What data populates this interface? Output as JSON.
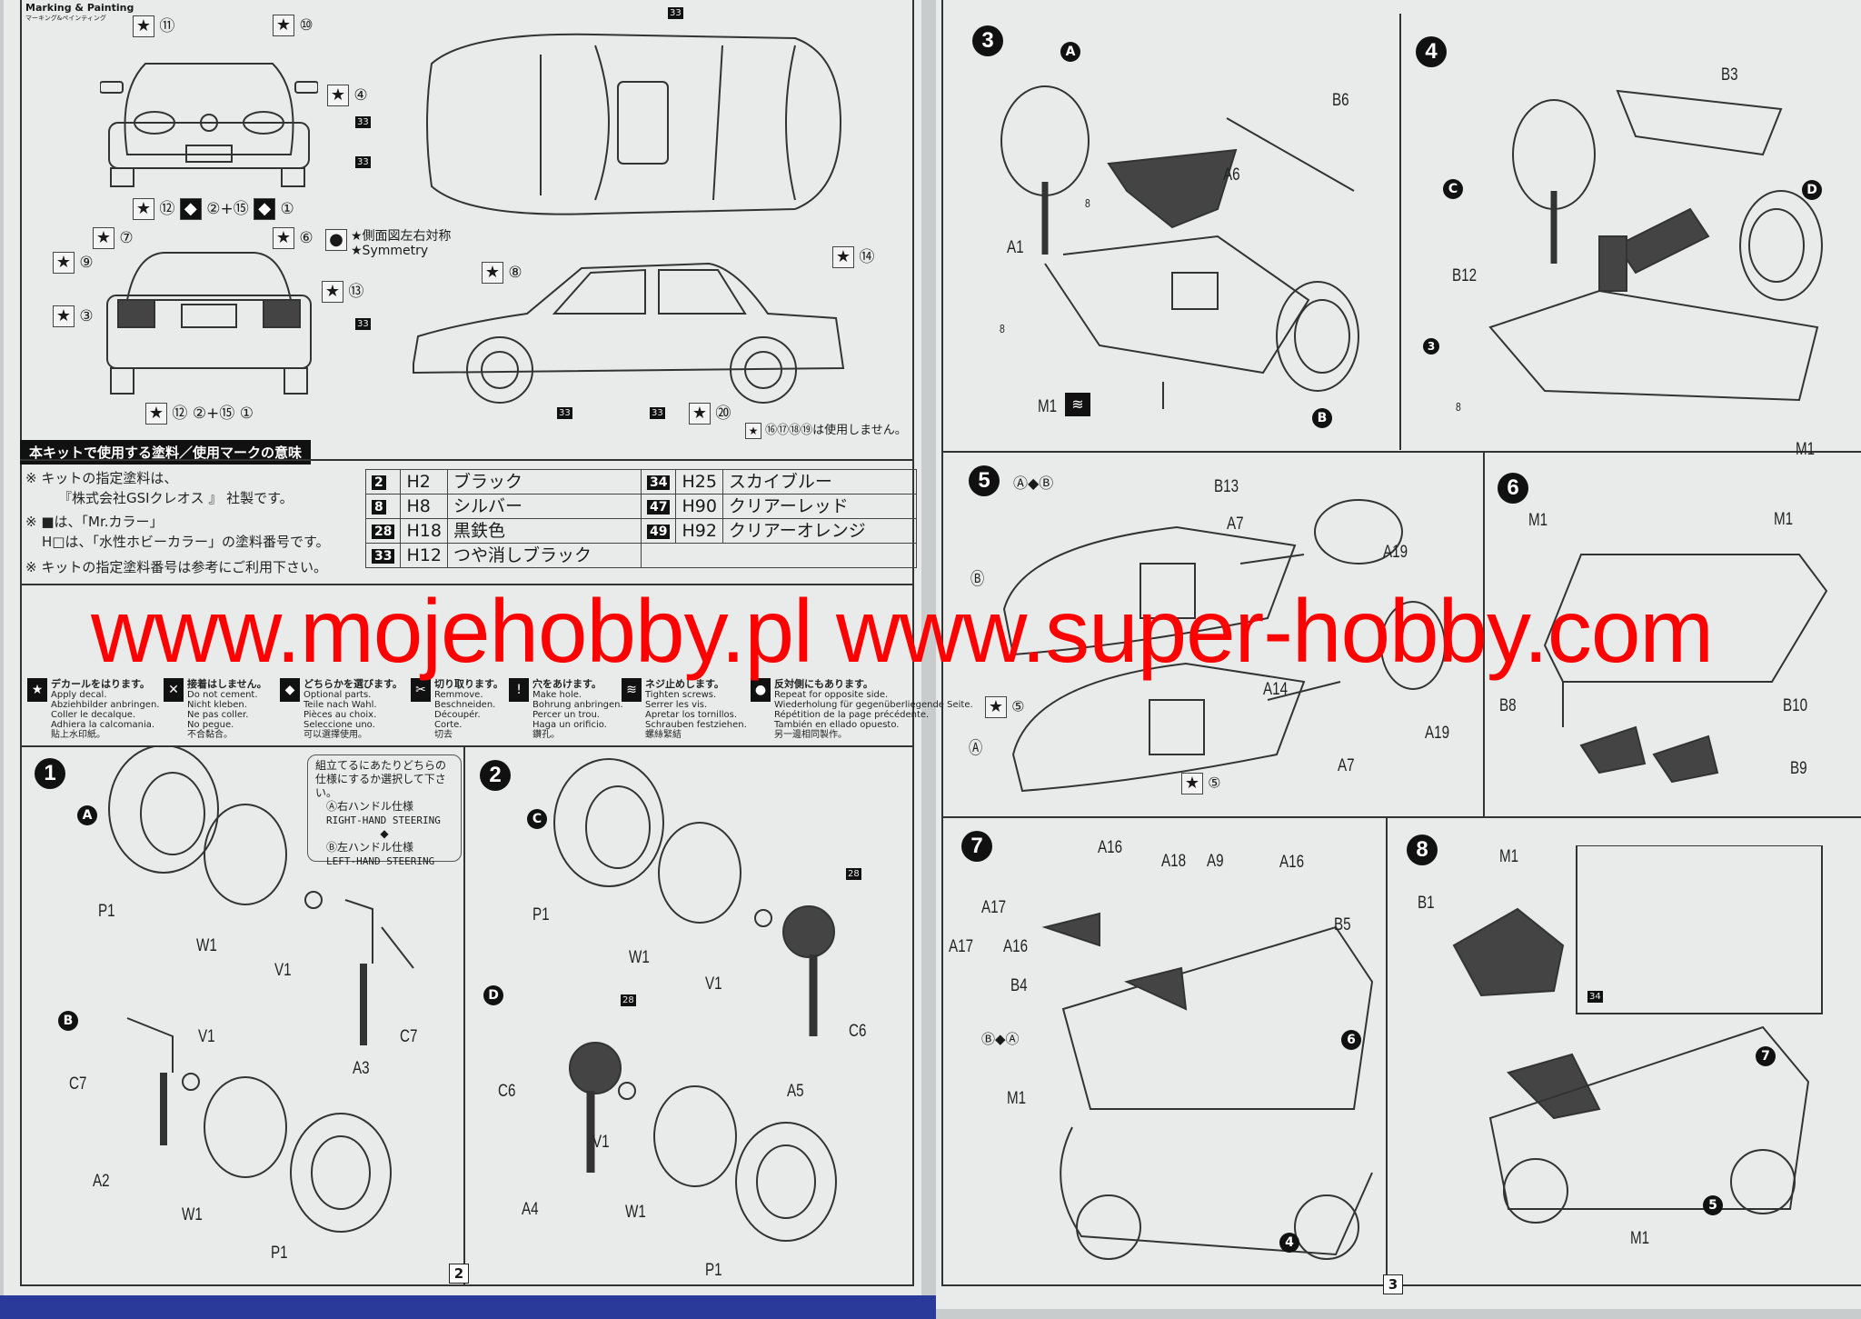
{
  "marking": {
    "title": "Marking & Painting",
    "subtitle": "マーキング&ペインティング",
    "decal_labels": [
      "⑪",
      "⑩",
      "④",
      "⑫",
      "②+⑮",
      "①",
      "⑦",
      "⑥",
      "⑨",
      "③",
      "⑬",
      "⑧",
      "⑭",
      "⑳"
    ],
    "symmetry_jp": "★側面図左右対称",
    "symmetry_en": "★Symmetry",
    "unused_note": "⑯⑰⑱⑲は使用しません。",
    "paint_code": "33"
  },
  "paint_section": {
    "header": "本キットで使用する塗料／使用マークの意味",
    "notes": [
      "※ キットの指定塗料は、",
      "『株式会社GSIクレオス 』 社製です。",
      "※ ■は、「Mr.カラー」",
      "H□は、「水性ホビーカラー」の塗料番号です。",
      "※ キットの指定塗料番号は参考にご利用下さい。"
    ],
    "paints": [
      {
        "code": "2",
        "h": "H2",
        "name": "ブラック"
      },
      {
        "code": "34",
        "h": "H25",
        "name": "スカイブルー"
      },
      {
        "code": "8",
        "h": "H8",
        "name": "シルバー"
      },
      {
        "code": "47",
        "h": "H90",
        "name": "クリアーレッド"
      },
      {
        "code": "28",
        "h": "H18",
        "name": "黒鉄色"
      },
      {
        "code": "49",
        "h": "H92",
        "name": "クリアーオレンジ"
      },
      {
        "code": "33",
        "h": "H12",
        "name": "つや消しブラック"
      }
    ]
  },
  "legend": [
    {
      "icon": "★",
      "title": "デカールをはります。",
      "lines": [
        "Apply decal.",
        "Abziehbilder anbringen.",
        "Coller le decalque.",
        "Adhiera la calcomania.",
        "貼上水印紙。"
      ]
    },
    {
      "icon": "✕",
      "title": "接着はしません。",
      "lines": [
        "Do not cement.",
        "Nicht kleben.",
        "Ne pas coller.",
        "No pegue.",
        "不合黏合。"
      ]
    },
    {
      "icon": "◆",
      "title": "どちらかを選びます。",
      "lines": [
        "Optional parts.",
        "Teile nach Wahl.",
        "Pièces au choix.",
        "Seleccione uno.",
        "可以選擇使用。"
      ]
    },
    {
      "icon": "✂",
      "title": "切り取ります。",
      "lines": [
        "Remmove.",
        "Beschneiden.",
        "Découpér.",
        "Corte.",
        "切去"
      ]
    },
    {
      "icon": "!",
      "title": "穴をあけます。",
      "lines": [
        "Make hole.",
        "Bohrung anbringen.",
        "Percer un trou.",
        "Haga un orificio.",
        "鑽孔。"
      ]
    },
    {
      "icon": "≋",
      "title": "ネジ止めします。",
      "lines": [
        "Tighten screws.",
        "Serrer les vis.",
        "Apretar los tornillos.",
        "Schrauben festziehen.",
        "螺絲緊結"
      ]
    },
    {
      "icon": "●",
      "title": "反対側にもあります。",
      "lines": [
        "Repeat for opposite side.",
        "Wiederholung für gegenüberliegende Seite.",
        "Répétition de la page précédente.",
        "También en ellado opuesto.",
        "另一邊相同製作。"
      ]
    }
  ],
  "watermark": "www.mojehobby.pl www.super-hobby.com",
  "steering_note": {
    "line1": "組立てるにあたりどちらの",
    "line2": "仕様にするか選択して下さい。",
    "a_jp": "Ⓐ右ハンドル仕様",
    "a_en": "RIGHT-HAND STEERING",
    "b_jp": "Ⓑ左ハンドル仕様",
    "b_en": "LEFT-HAND STEERING"
  },
  "steps": {
    "s1": {
      "num": "1",
      "A": "A",
      "B": "B",
      "parts": [
        "P1",
        "W1",
        "V1",
        "C7",
        "A3",
        "C7",
        "V1",
        "A2",
        "W1",
        "P1"
      ]
    },
    "s2": {
      "num": "2",
      "C": "C",
      "D": "D",
      "parts": [
        "P1",
        "W1",
        "V1",
        "C6",
        "A5",
        "C6",
        "V1",
        "A4",
        "W1",
        "P1"
      ],
      "paint": "28"
    },
    "s3": {
      "num": "3",
      "A": "A",
      "B": "B",
      "parts": [
        "B6",
        "A6",
        "8",
        "A1",
        "8",
        "M1"
      ]
    },
    "s4": {
      "num": "4",
      "C": "C",
      "D": "D",
      "ref": "3",
      "parts": [
        "B3",
        "B12",
        "8",
        "M1"
      ]
    },
    "s5": {
      "num": "5",
      "opt": "Ⓐ◆Ⓑ",
      "parts": [
        "B13",
        "A7",
        "A19",
        "Ⓑ",
        "A14",
        "Ⓐ",
        "A19",
        "A7",
        "⑤",
        "⑤"
      ]
    },
    "s6": {
      "num": "6",
      "parts": [
        "M1",
        "M1",
        "B8",
        "B10",
        "B9"
      ]
    },
    "s7": {
      "num": "7",
      "ref": "6",
      "ref2": "4",
      "opt": "Ⓑ◆Ⓐ",
      "parts": [
        "A16",
        "A18",
        "A9",
        "A16",
        "A17",
        "A17",
        "A16",
        "B5",
        "B4",
        "M1"
      ]
    },
    "s8": {
      "num": "8",
      "ref": "7",
      "ref2": "5",
      "parts": [
        "M1",
        "B1",
        "M1"
      ],
      "paint": "34"
    }
  },
  "page_numbers": {
    "left": "2",
    "right": "3"
  }
}
